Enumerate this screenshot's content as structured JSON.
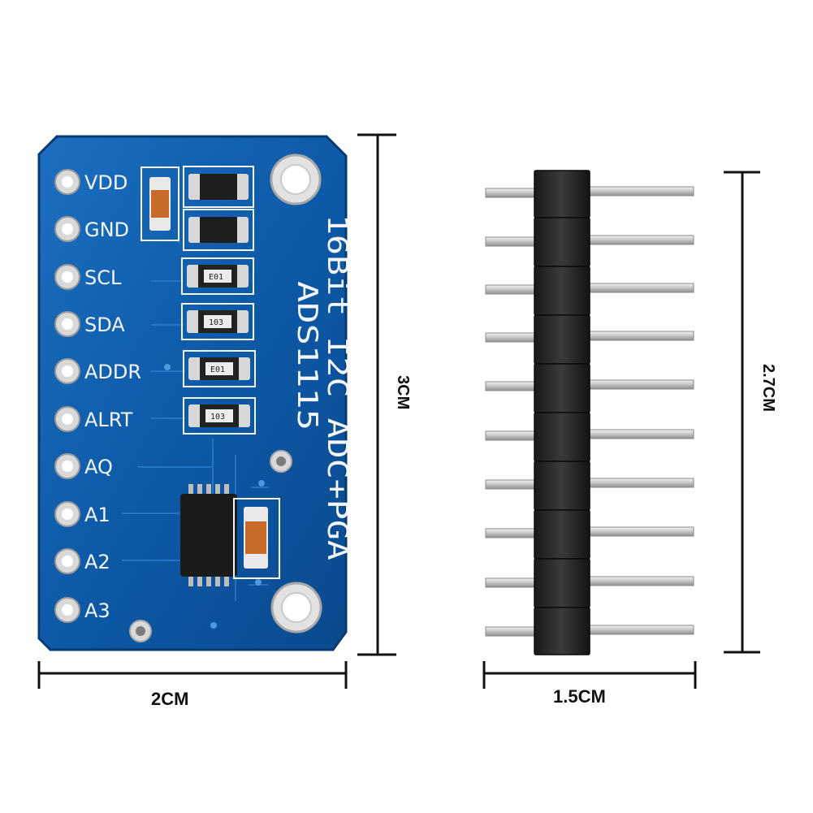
{
  "board": {
    "pins": [
      "VDD",
      "GND",
      "SCL",
      "SDA",
      "ADDR",
      "ALRT",
      "AQ",
      "A1",
      "A2",
      "A3"
    ],
    "title_line1": "16Bit I2C ADC+PGA",
    "title_line2": "ADS1115",
    "resistor_labels": [
      "E01",
      "103",
      "E01",
      "103"
    ],
    "colors": {
      "pcb": "#0d5aa8",
      "pcb_edge": "#0a4a8e",
      "silk": "#f4f6fa",
      "pad": "#d9d9d9"
    }
  },
  "header": {
    "pin_count": 10
  },
  "dimensions": {
    "board_width": "2CM",
    "board_height": "3CM",
    "header_width": "1.5CM",
    "header_height": "2.7CM"
  }
}
